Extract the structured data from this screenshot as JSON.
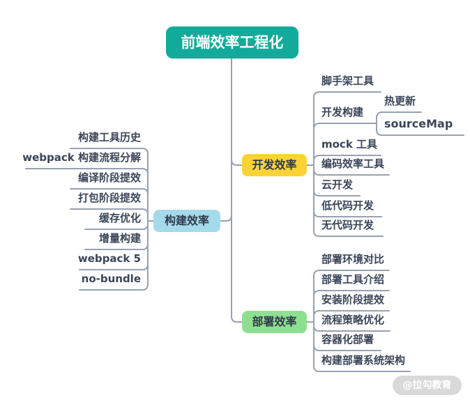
{
  "root": {
    "label": "前端效率工程化"
  },
  "branches": {
    "dev": {
      "label": "开发效率",
      "children": [
        {
          "label": "脚手架工具"
        },
        {
          "label": "开发构建",
          "children": [
            {
              "label": "热更新"
            },
            {
              "label": "sourceMap"
            }
          ]
        },
        {
          "label": "mock 工具"
        },
        {
          "label": "编码效率工具"
        },
        {
          "label": "云开发"
        },
        {
          "label": "低代码开发"
        },
        {
          "label": "无代码开发"
        }
      ]
    },
    "build": {
      "label": "构建效率",
      "children": [
        {
          "label": "构建工具历史"
        },
        {
          "label": "webpack 构建流程分解"
        },
        {
          "label": "编译阶段提效"
        },
        {
          "label": "打包阶段提效"
        },
        {
          "label": "缓存优化"
        },
        {
          "label": "增量构建"
        },
        {
          "label": "webpack 5"
        },
        {
          "label": "no-bundle"
        }
      ]
    },
    "deploy": {
      "label": "部署效率",
      "children": [
        {
          "label": "部署环境对比"
        },
        {
          "label": "部署工具介绍"
        },
        {
          "label": "安装阶段提效"
        },
        {
          "label": "流程策略优化"
        },
        {
          "label": "容器化部署"
        },
        {
          "label": "构建部署系统架构"
        }
      ]
    }
  },
  "watermark": {
    "label": "@拉勾教育"
  },
  "colors": {
    "root_bg": "#12ab9b",
    "dev_bg": "#fbd337",
    "build_bg": "#a5daea",
    "deploy_bg": "#8edf92",
    "edge": "#97a1b2",
    "node_text": "#3a4558",
    "watermark_bg": "#d9d9d9"
  }
}
